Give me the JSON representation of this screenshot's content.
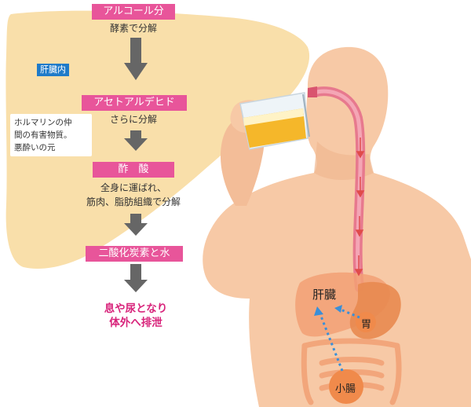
{
  "flow": {
    "step1_label": "アルコール分",
    "step1_note": "酵素で分解",
    "step2_label": "アセトアルデヒド",
    "step2_note": "さらに分解",
    "step3_label": "酢　酸",
    "step3_note_line1": "全身に運ばれ、",
    "step3_note_line2": "筋肉、脂肪組織で分解",
    "step4_label": "二酸化炭素と水",
    "final_line1": "息や尿となり",
    "final_line2": "体外へ排泄"
  },
  "liver_tag": "肝臓内",
  "side_note": {
    "line1": "ホルマリンの仲",
    "line2": "間の有害物質。",
    "line3": "悪酔いの元"
  },
  "body_labels": {
    "liver": "肝臓",
    "stomach": "胃",
    "small_intestine": "小腸"
  },
  "colors": {
    "pink": "#e8559a",
    "magenta_text": "#d8247b",
    "blue_tag": "#1f7bc9",
    "liver_fill": "#f9dfaa",
    "skin": "#f7c9a6",
    "organ_orange": "#f08a4b",
    "arrow_gray": "#666666",
    "arrow_blue": "#3a8fd8"
  }
}
